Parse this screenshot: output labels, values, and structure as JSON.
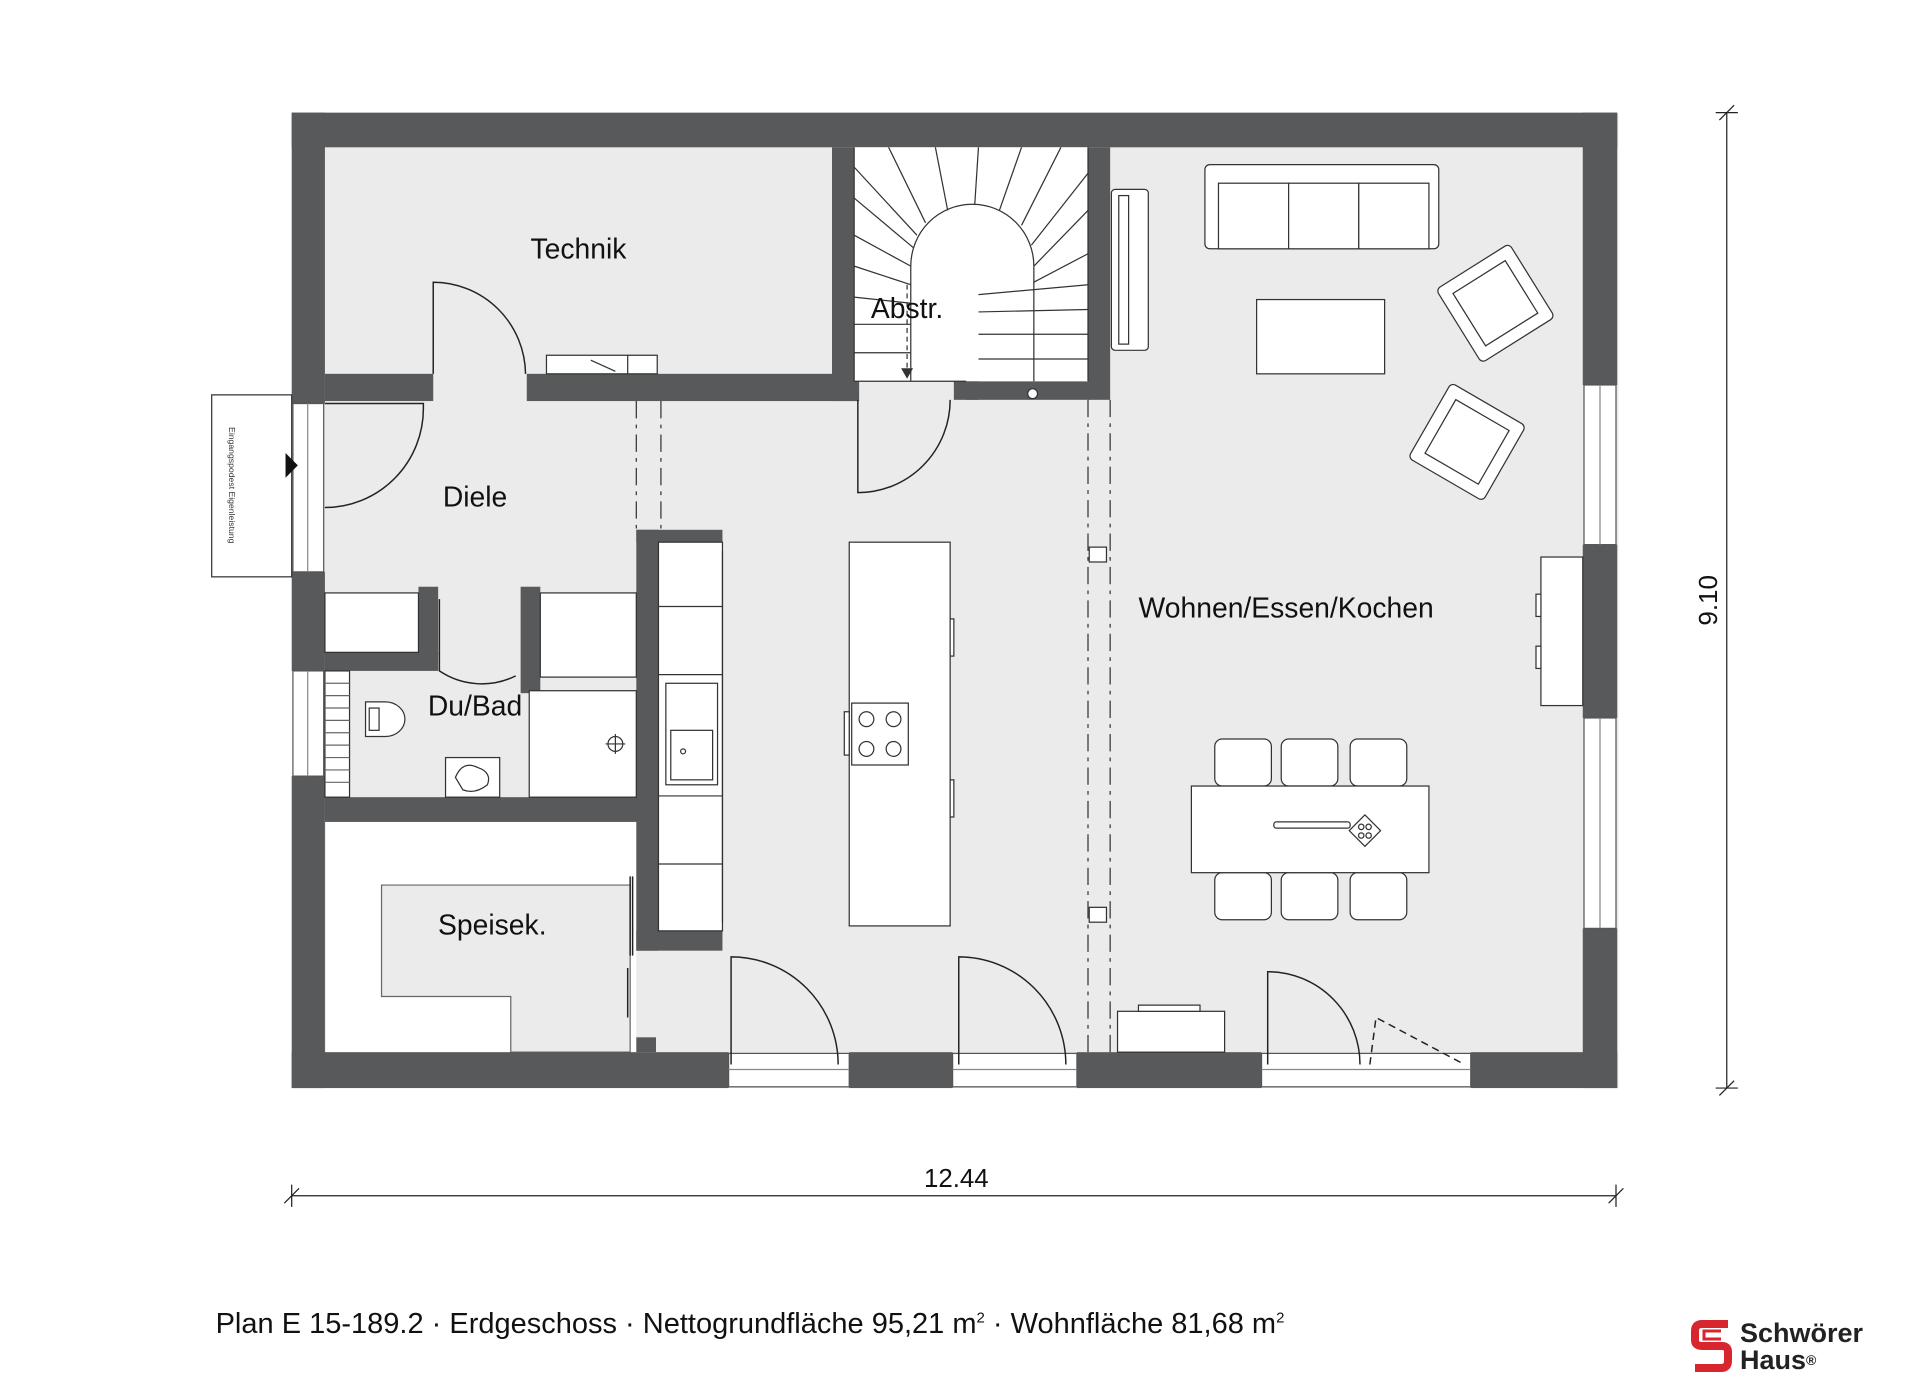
{
  "rooms": {
    "technik": "Technik",
    "abstr": "Abstr.",
    "diele": "Diele",
    "du_bad": "Du/Bad",
    "speisek": "Speisek.",
    "wohnen": "Wohnen/Essen/Kochen"
  },
  "entrance_label": "Eingangspodest Eigenleistung",
  "dimensions": {
    "width": "12.44",
    "depth": "9.10"
  },
  "caption": {
    "part1": "Plan E 15-189.2 · Erdgeschoss · Nettogrundfläche 95,21 m",
    "sup1": "2",
    "part2": " · Wohnfläche 81,68 m",
    "sup2": "2"
  },
  "logo": {
    "line1": "Schwörer",
    "line2": "Haus",
    "reg": "®",
    "accent_color": "#d7262e"
  },
  "colors": {
    "wall": "#58595b",
    "floor": "#ebebeb",
    "line": "#222222"
  }
}
